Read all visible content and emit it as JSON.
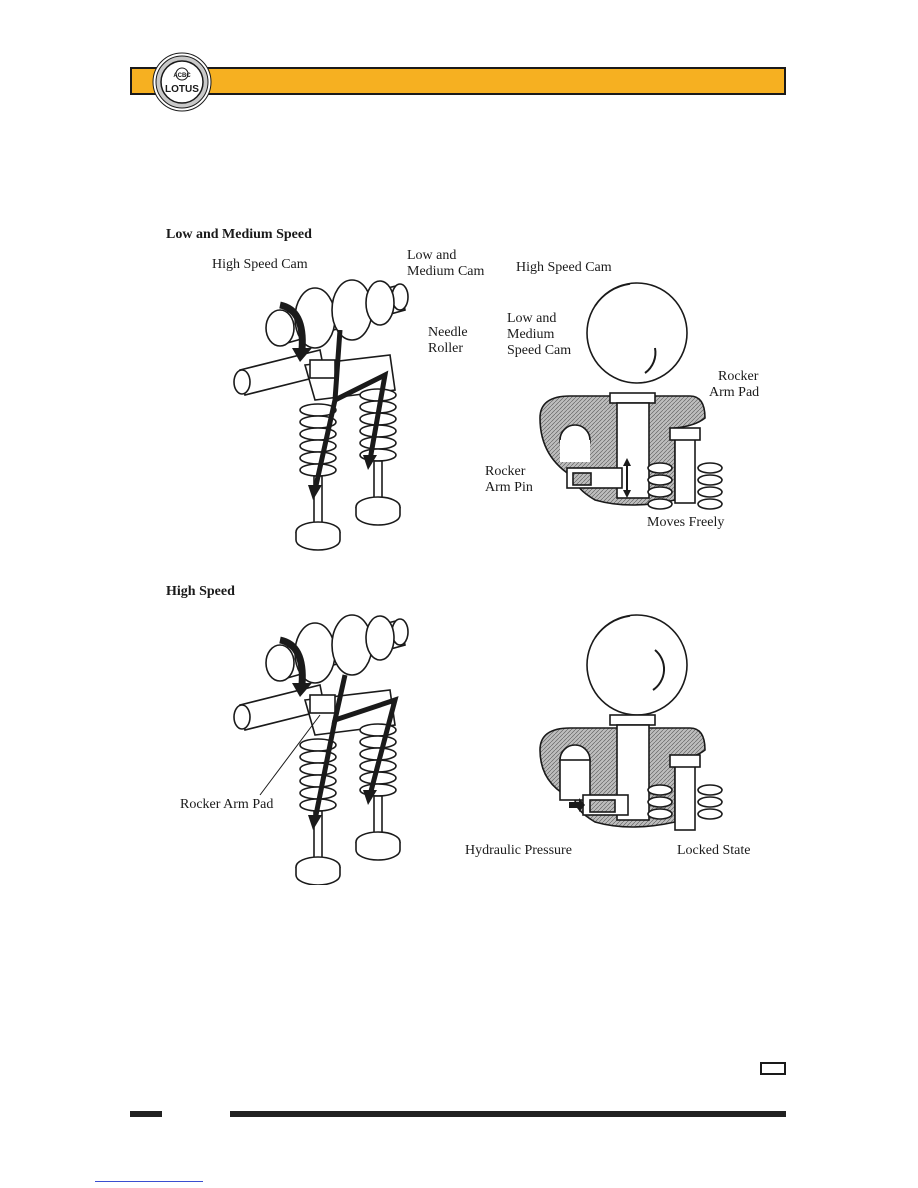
{
  "header": {
    "logo_text": "LOTUS",
    "logo_monogram": "ACBC",
    "bar_color": "#f6b021"
  },
  "sections": {
    "low_medium": {
      "title": "Low and Medium Speed",
      "left_labels": {
        "high_speed_cam": "High Speed Cam",
        "low_medium_cam_1": "Low and",
        "low_medium_cam_2": "Medium Cam",
        "needle_roller_1": "Needle",
        "needle_roller_2": "Roller"
      },
      "right_labels": {
        "high_speed_cam": "High Speed Cam",
        "low_medium_speed_cam_1": "Low and",
        "low_medium_speed_cam_2": "Medium",
        "low_medium_speed_cam_3": "Speed Cam",
        "rocker_arm_pad_1": "Rocker",
        "rocker_arm_pad_2": "Arm Pad",
        "rocker_arm_pin_1": "Rocker",
        "rocker_arm_pin_2": "Arm Pin",
        "moves_freely": "Moves Freely"
      }
    },
    "high": {
      "title": "High Speed",
      "left_labels": {
        "rocker_arm_pad": "Rocker Arm Pad"
      },
      "right_labels": {
        "hydraulic_pressure": "Hydraulic Pressure",
        "locked_state": "Locked State"
      }
    }
  },
  "icons": {
    "logo": "lotus-logo-icon",
    "rotation_arrow": "rotation-arrow-icon"
  }
}
